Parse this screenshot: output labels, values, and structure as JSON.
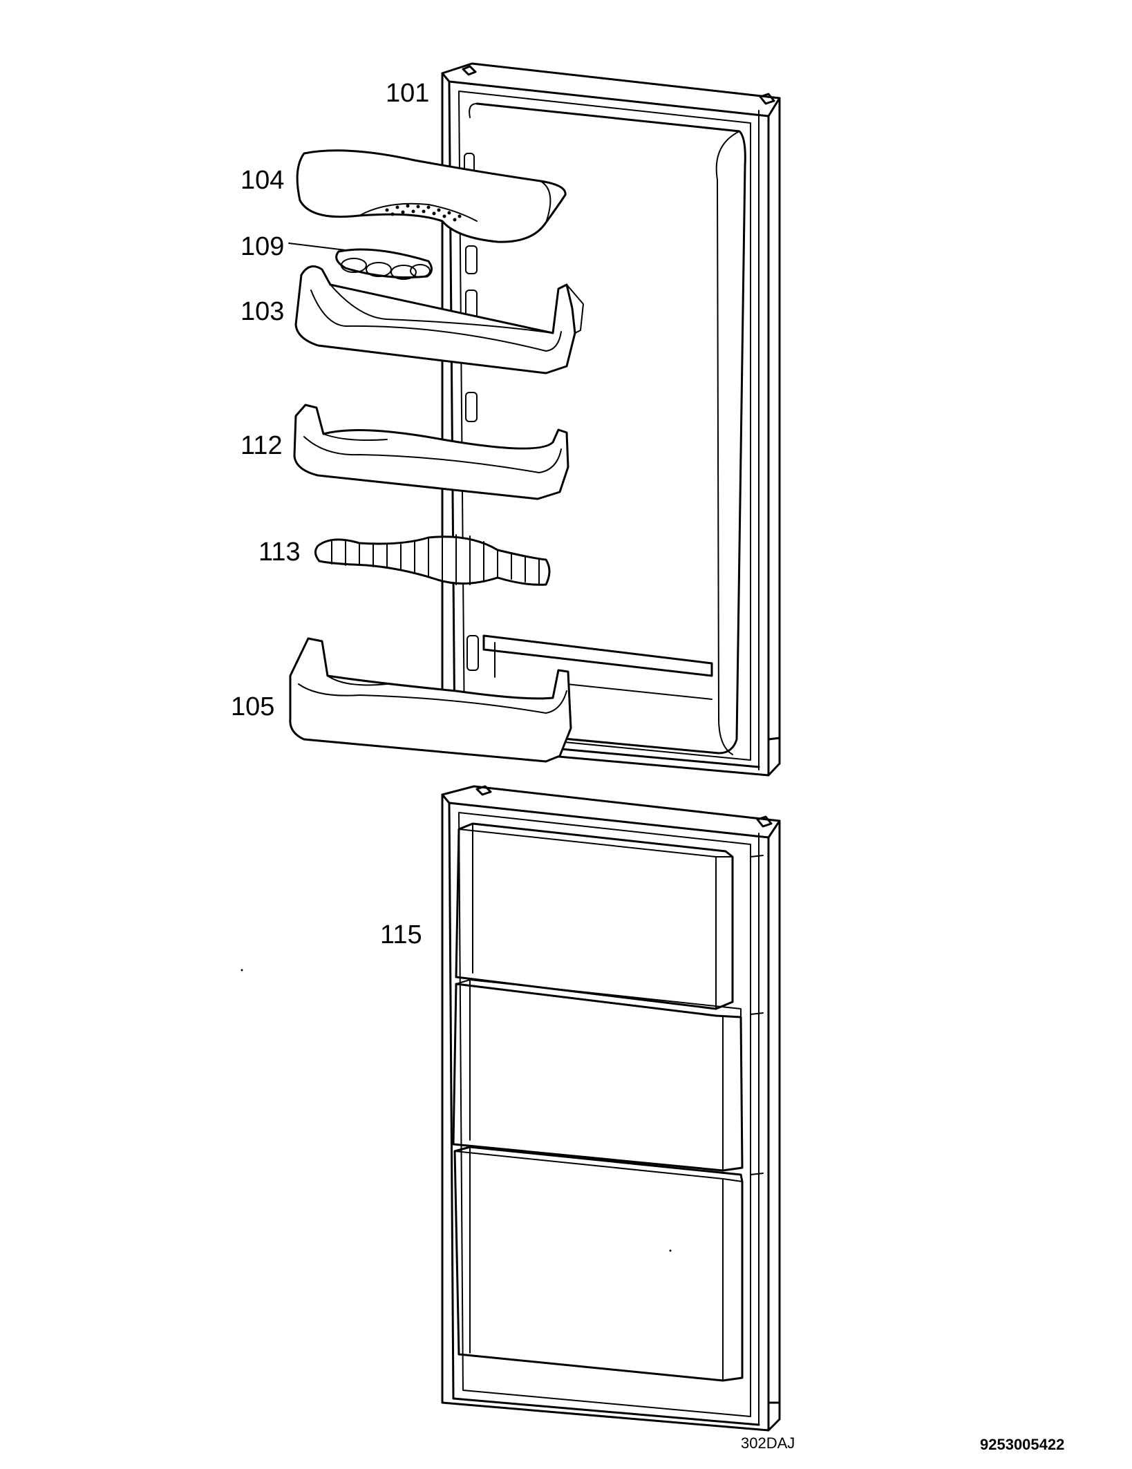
{
  "callouts": {
    "door_upper": "101",
    "shelf_cover": "104",
    "egg_tray": "109",
    "shelf_upper": "103",
    "shelf_middle": "112",
    "bottle_holder": "113",
    "shelf_bottom": "105",
    "door_lower": "115"
  },
  "footer": {
    "drawing_code": "302DAJ",
    "part_number": "9253005422"
  }
}
